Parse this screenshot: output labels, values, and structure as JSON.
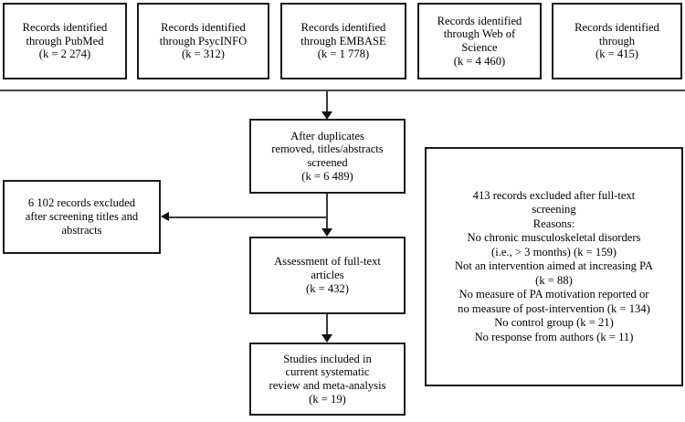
{
  "diagram": {
    "title": "PRISMA study selection flow diagram",
    "type": "flowchart",
    "colors": {
      "box_border": "#1a1a1a",
      "connector": "#3a3a3a",
      "rule": "#4a4a4a",
      "background": "#ffffff",
      "text": "#000000"
    }
  },
  "sources": [
    {
      "name": "pubmed",
      "line1": "Records identified",
      "line2": "through PubMed",
      "count_label": "(k = 2 274)",
      "count": 2274
    },
    {
      "name": "psycinfo",
      "line1": "Records identified",
      "line2": "through PsycINFO",
      "count_label": "(k = 312)",
      "count": 312
    },
    {
      "name": "embase",
      "line1": "Records identified",
      "line2": "through EMBASE",
      "count_label": "(k = 1 778)",
      "count": 1778
    },
    {
      "name": "web-of-science",
      "line1": "Records identified",
      "line2": "through Web of",
      "line3": "Science",
      "count_label": "(k = 4 460)",
      "count": 4460
    },
    {
      "name": "other",
      "line1": "Records identified",
      "line2": "through",
      "count_label": "(k = 415)",
      "count": 415
    }
  ],
  "screening": {
    "line1": "After duplicates",
    "line2": "removed, titles/abstracts",
    "line3": "screened",
    "count_label": "(k = 6 489)",
    "count": 6489
  },
  "screening_excluded": {
    "line1": "6 102 records excluded",
    "line2": "after screening titles and",
    "line3": "abstracts",
    "count": 6102
  },
  "full_text": {
    "line1": "Assessment of full-text",
    "line2": "articles",
    "count_label": "(k = 432)",
    "count": 432
  },
  "included": {
    "line1": "Studies included in",
    "line2": "current systematic",
    "line3": "review and meta-analysis",
    "count_label": "(k = 19)",
    "count": 19
  },
  "full_text_excluded": {
    "header1": "413 records excluded after full-text",
    "header2": "screening",
    "reasons_label": "Reasons:",
    "total": 413,
    "reasons": [
      {
        "line1": "No chronic musculoskeletal disorders",
        "line2": "(i.e., > 3 months) (k = 159)",
        "count": 159
      },
      {
        "line1": "Not an intervention aimed at increasing PA",
        "line2": "(k = 88)",
        "count": 88
      },
      {
        "line1": "No measure of PA motivation reported or",
        "line2": "no measure of post-intervention (k = 134)",
        "count": 134
      },
      {
        "line1": "No control group (k = 21)",
        "count": 21
      },
      {
        "line1": "No response from authors (k = 11)",
        "count": 11
      }
    ]
  }
}
